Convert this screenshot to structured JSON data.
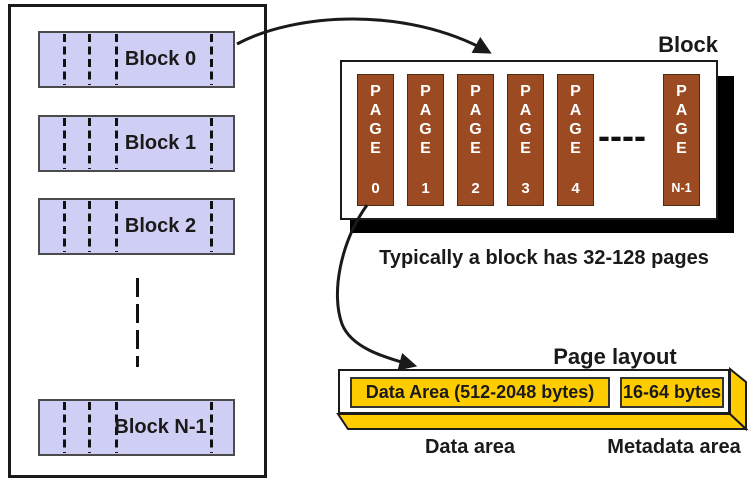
{
  "colors": {
    "block_fill": "#cfcff5",
    "page_fill": "#9c4a21",
    "accent_gold": "#ffcc00",
    "outline": "#1a1a1a",
    "shadow": "#000000"
  },
  "memory_panel": {
    "blocks": [
      {
        "label": "Block 0"
      },
      {
        "label": "Block 1"
      },
      {
        "label": "Block 2"
      },
      {
        "label": "Block N-1"
      }
    ]
  },
  "block_box": {
    "title": "Block",
    "page_word": [
      "P",
      "A",
      "G",
      "E"
    ],
    "page_numbers": [
      "0",
      "1",
      "2",
      "3",
      "4",
      "N-1"
    ],
    "ellipsis": "----",
    "caption": "Typically a block has 32-128 pages"
  },
  "page_layout": {
    "title": "Page layout",
    "data_area_label": "Data Area (512-2048 bytes)",
    "metadata_area_label": "16-64 bytes",
    "data_caption": "Data area",
    "metadata_caption": "Metadata area"
  }
}
